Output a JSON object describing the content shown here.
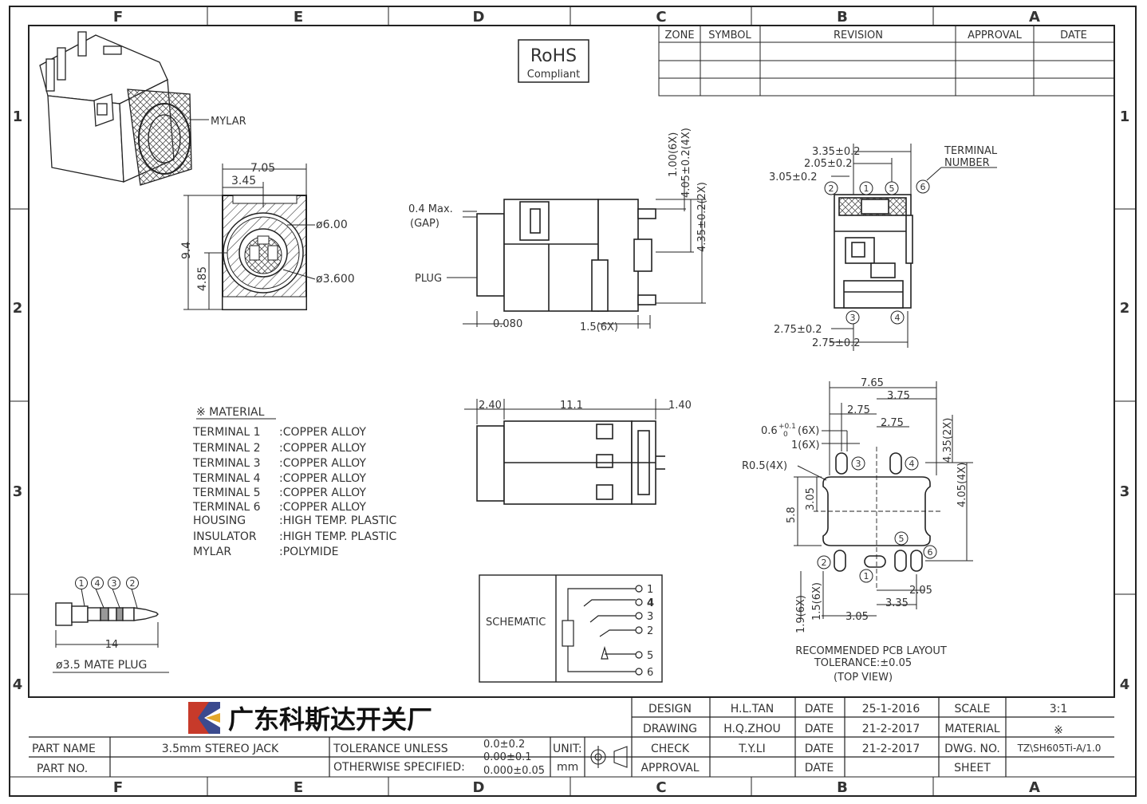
{
  "border": {
    "columns": [
      "F",
      "E",
      "D",
      "C",
      "B",
      "A"
    ],
    "rows": [
      "1",
      "2",
      "3",
      "4"
    ]
  },
  "rohs": {
    "title": "RoHS",
    "subtitle": "Compliant"
  },
  "revision_table": {
    "headers": [
      "ZONE",
      "SYMBOL",
      "REVISION",
      "APPROVAL",
      "DATE"
    ]
  },
  "iso_view": {
    "mylar_label": "MYLAR"
  },
  "front_view": {
    "dim_width": "7.05",
    "dim_half": "3.45",
    "dim_height": "9.4",
    "dim_center": "4.85",
    "dia_outer": "ø6.00",
    "dia_inner": "ø3.600"
  },
  "side_view": {
    "gap_label_1": "0.4 Max.",
    "gap_label_2": "(GAP)",
    "plug_label": "PLUG",
    "dim_offset": "0.080",
    "dim_pitch": "1.5(6X)",
    "dim_pin": "1.00(6X)",
    "dim_a": "4.05±0.2(4X)",
    "dim_b": "4.35±0.2(2X)"
  },
  "top_view": {
    "dim_a": "3.35±0.2",
    "dim_b": "2.05±0.2",
    "dim_c": "3.05±0.2",
    "dim_d": "2.75±0.2",
    "dim_e": "2.75±0.2",
    "terminal_label_1": "TERMINAL",
    "terminal_label_2": "NUMBER",
    "terminals": [
      "1",
      "2",
      "3",
      "4",
      "5",
      "6"
    ]
  },
  "bottom_view": {
    "dim_left": "2.40",
    "dim_mid": "11.1",
    "dim_right": "1.40"
  },
  "material": {
    "title": "※ MATERIAL",
    "rows": [
      {
        "part": "TERMINAL  1",
        "value": ":COPPER  ALLOY"
      },
      {
        "part": "TERMINAL  2",
        "value": ":COPPER  ALLOY"
      },
      {
        "part": "TERMINAL  3",
        "value": ":COPPER  ALLOY"
      },
      {
        "part": "TERMINAL  4",
        "value": ":COPPER  ALLOY"
      },
      {
        "part": "TERMINAL  5",
        "value": ":COPPER  ALLOY"
      },
      {
        "part": "TERMINAL  6",
        "value": ":COPPER  ALLOY"
      },
      {
        "part": "HOUSING",
        "value": ":HIGH  TEMP.  PLASTIC"
      },
      {
        "part": "INSULATOR",
        "value": ":HIGH  TEMP.  PLASTIC"
      },
      {
        "part": "MYLAR",
        "value": ":POLYMIDE"
      }
    ]
  },
  "plug": {
    "numbers": [
      "1",
      "4",
      "3",
      "2"
    ],
    "length": "14",
    "caption": "ø3.5  MATE  PLUG"
  },
  "schematic": {
    "label": "SCHEMATIC",
    "pins": [
      "1",
      "4",
      "3",
      "2",
      "5",
      "6"
    ]
  },
  "pcb": {
    "dim_width": "7.65",
    "dim_half": "3.75",
    "dim_a": "2.75",
    "dim_b": "2.75",
    "dim_slot": "0.6",
    "dim_slot_tol_up": "+0.1",
    "dim_slot_tol_dn": "0",
    "dim_slot_tail": "(6X)",
    "dim_slot2": "1(6X)",
    "dim_radius": "R0.5(4X)",
    "dim_v1": "3.05",
    "dim_v2": "5.8",
    "dim_r1": "4.35(2X)",
    "dim_r2": "4.05(4X)",
    "dim_bottom_a": "2.05",
    "dim_bottom_b": "3.35",
    "dim_bottom_c": "3.05",
    "dim_v3": "1.9(6X)",
    "dim_v4": "1.5(6X)",
    "caption_1": "RECOMMENDED  PCB  LAYOUT",
    "caption_2": "TOLERANCE:±0.05",
    "caption_3": "(TOP  VIEW)",
    "terminals": [
      "1",
      "2",
      "3",
      "4",
      "5",
      "6"
    ]
  },
  "title_block": {
    "company": "广东科斯达开关厂",
    "part_name_label": "PART NAME",
    "part_name": "3.5mm  STEREO  JACK",
    "part_no_label": "PART NO.",
    "tolerance_label_1": "TOLERANCE  UNLESS",
    "tolerance_label_2": "OTHERWISE  SPECIFIED:",
    "tol_1": "0.0±0.2",
    "tol_2": "0.00±0.1",
    "tol_3": "0.000±0.05",
    "unit_label": "UNIT:",
    "unit": "mm",
    "rows": [
      {
        "role": "DESIGN",
        "name": "H.L.TAN",
        "date_label": "DATE",
        "date": "25-1-2016"
      },
      {
        "role": "DRAWING",
        "name": "H.Q.ZHOU",
        "date_label": "DATE",
        "date": "21-2-2017"
      },
      {
        "role": "CHECK",
        "name": "T.Y.LI",
        "date_label": "DATE",
        "date": "21-2-2017"
      },
      {
        "role": "APPROVAL",
        "name": "",
        "date_label": "DATE",
        "date": ""
      }
    ],
    "scale_label": "SCALE",
    "scale": "3:1",
    "material_label": "MATERIAL",
    "material": "※",
    "dwg_label": "DWG. NO.",
    "dwg": "TZ\\SH605Ti-A/1.0",
    "sheet_label": "SHEET",
    "sheet": ""
  }
}
